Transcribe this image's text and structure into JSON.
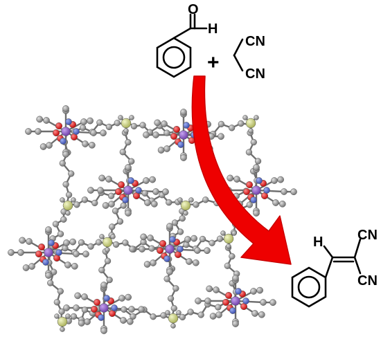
{
  "reactants": {
    "aldehyde": {
      "atom_O": "O",
      "atom_H": "H"
    },
    "plus": "+",
    "malononitrile": {
      "cn_top": "CN",
      "cn_bottom": "CN"
    }
  },
  "product": {
    "atom_H": "H",
    "cn_top": "CN",
    "cn_bottom": "CN"
  },
  "colors": {
    "background": "#ffffff",
    "arrow": "#ee0000",
    "carbon": "#8a8a8a",
    "oxygen": "#e00000",
    "nitrogen": "#4c63c8",
    "metal": "#8a5cc4",
    "silicon": "#c7cf7a",
    "bond": "#6e6e6e",
    "ink": "#000000"
  },
  "icons": {
    "framework": "mof-crystal-structure-icon",
    "arrow": "curved-reaction-arrow-icon"
  }
}
